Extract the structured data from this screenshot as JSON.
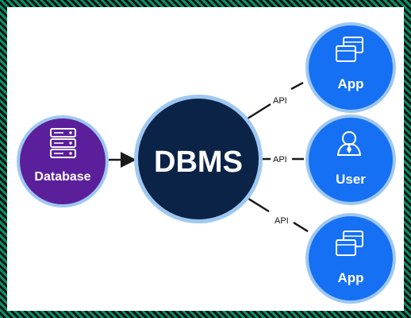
{
  "diagram": {
    "nodes": {
      "database": {
        "label": "Database",
        "fill": "#5b1f9c",
        "icon": "database-stack-icon"
      },
      "dbms": {
        "label": "DBMS",
        "fill": "#0b2347"
      },
      "app_top": {
        "label": "App",
        "fill": "#1670f3",
        "icon": "app-windows-icon"
      },
      "user": {
        "label": "User",
        "fill": "#1670f3",
        "icon": "user-icon"
      },
      "app_bottom": {
        "label": "App",
        "fill": "#1670f3",
        "icon": "app-windows-icon"
      }
    },
    "connectors": {
      "top": {
        "label": "API"
      },
      "middle": {
        "label": "API"
      },
      "bottom": {
        "label": "API"
      }
    },
    "colors": {
      "ring": "#9ec8f2",
      "line": "#1a1a1a",
      "border_pattern": [
        "#0b8f68",
        "#111111"
      ]
    }
  }
}
